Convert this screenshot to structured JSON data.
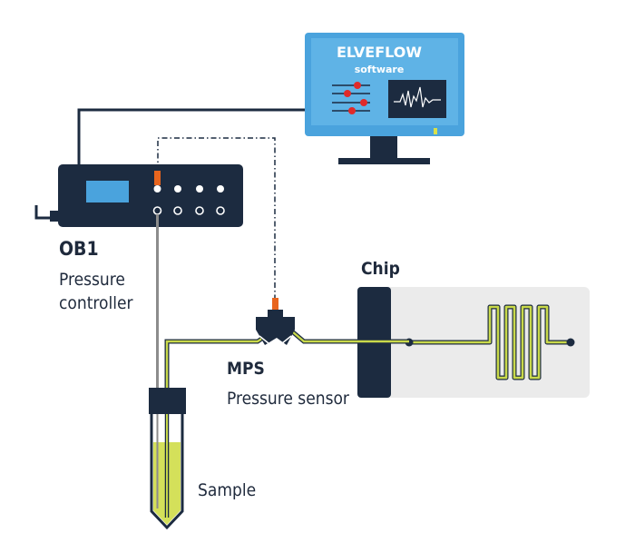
{
  "monitor": {
    "brand": "ELVEFLOW",
    "subtitle": "software"
  },
  "labels": {
    "ob1_name": "OB1",
    "ob1_desc_line1": "Pressure",
    "ob1_desc_line2": "controller",
    "chip": "Chip",
    "mps_name": "MPS",
    "mps_desc": "Pressure sensor",
    "sample": "Sample"
  },
  "colors": {
    "navy": "#1c2b40",
    "monitor_blue": "#4aa3dd",
    "screen_blue": "#5fb3e6",
    "accent_red": "#e02a2a",
    "accent_orange": "#e8651e",
    "fluid_green": "#c9d94a",
    "chip_bg": "#ebebeb",
    "tube_grey": "#8c8c8c"
  }
}
